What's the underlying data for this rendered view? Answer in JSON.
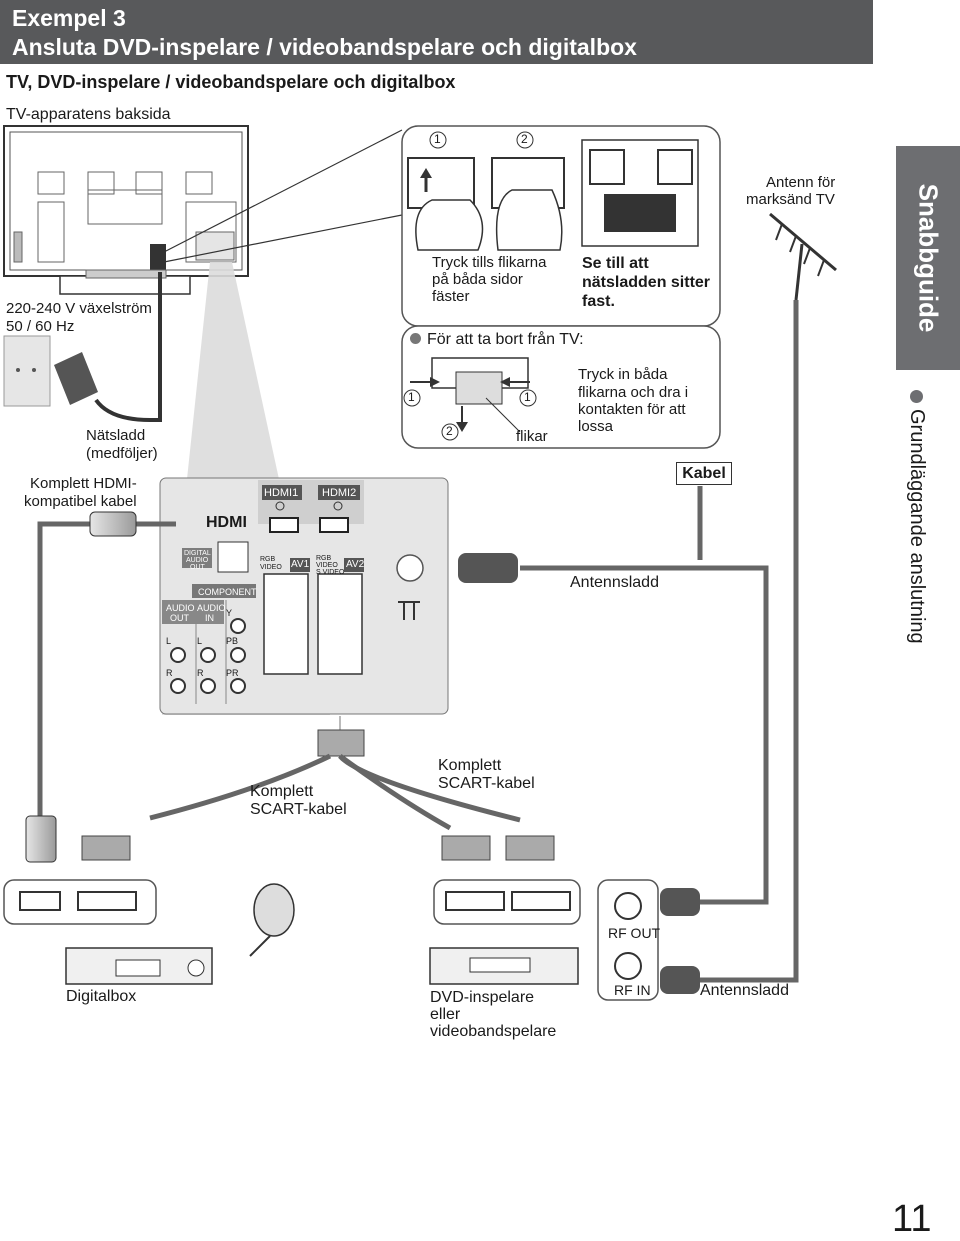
{
  "header": {
    "example": "Exempel 3",
    "title": "Ansluta DVD-inspelare / videobandspelare och digitalbox"
  },
  "subtitle": "TV, DVD-inspelare / videobandspelare och digitalbox",
  "tv_back_label": "TV-apparatens baksida",
  "power": {
    "line1": "220-240 V växelström",
    "line2": "50 / 60 Hz"
  },
  "mains_lead": {
    "line1": "Nätsladd",
    "line2": "(medföljer)"
  },
  "hdmi_cable": {
    "line1": "Komplett HDMI-",
    "line2": "kompatibel kabel"
  },
  "attach": {
    "step1": "1",
    "step2": "2",
    "instruction": [
      "Tryck tills flikarna",
      "på båda sidor",
      "fäster"
    ],
    "ensure": [
      "Se till att",
      "nätsladden sitter",
      "fast."
    ]
  },
  "remove": {
    "heading": "För att ta bort från TV:",
    "step1": "1",
    "step2": "2",
    "tabs_label": "flikar",
    "instruction": [
      "Tryck in båda",
      "flikarna och dra i",
      "kontakten för att",
      "lossa"
    ]
  },
  "antenna": {
    "line1": "Antenn för",
    "line2": "marksänd TV"
  },
  "cable_label": "Kabel",
  "antenna_lead_top": "Antennsladd",
  "antenna_lead_bottom": "Antennsladd",
  "panel": {
    "hdmi1": "HDMI1",
    "hdmi2": "HDMI2",
    "hdmi_logo": "HDMI",
    "digital_audio_out": [
      "DIGITAL",
      "AUDIO",
      "OUT"
    ],
    "component": "COMPONENT",
    "audio_out": [
      "AUDIO",
      "OUT"
    ],
    "audio_in": [
      "AUDIO",
      "IN"
    ],
    "l": "L",
    "r": "R",
    "y": "Y",
    "pb": "PB",
    "pr": "PR",
    "av1": "AV1",
    "av2": "AV2",
    "av1_signals": [
      "RGB",
      "VIDEO"
    ],
    "av2_signals": [
      "RGB",
      "VIDEO",
      "S VIDEO"
    ]
  },
  "scart_left": [
    "Komplett",
    "SCART-kabel"
  ],
  "scart_right": [
    "Komplett",
    "SCART-kabel"
  ],
  "rf_out": "RF OUT",
  "rf_in": "RF IN",
  "digitalbox": "Digitalbox",
  "recorder": [
    "DVD-inspelare",
    "eller",
    "videobandspelare"
  ],
  "side_tab": "Snabbguide",
  "side_subtitle": "Grundläggande anslutning",
  "page_number": "11"
}
